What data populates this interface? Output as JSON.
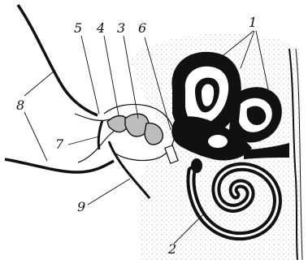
{
  "colors": {
    "ink": "#111111",
    "paper": "#ffffff",
    "bone": "#bdbdbd"
  },
  "labels": {
    "l1": "1",
    "l2": "2",
    "l3": "3",
    "l4": "4",
    "l5": "5",
    "l6": "6",
    "l7": "7",
    "l8": "8",
    "l9": "9"
  }
}
